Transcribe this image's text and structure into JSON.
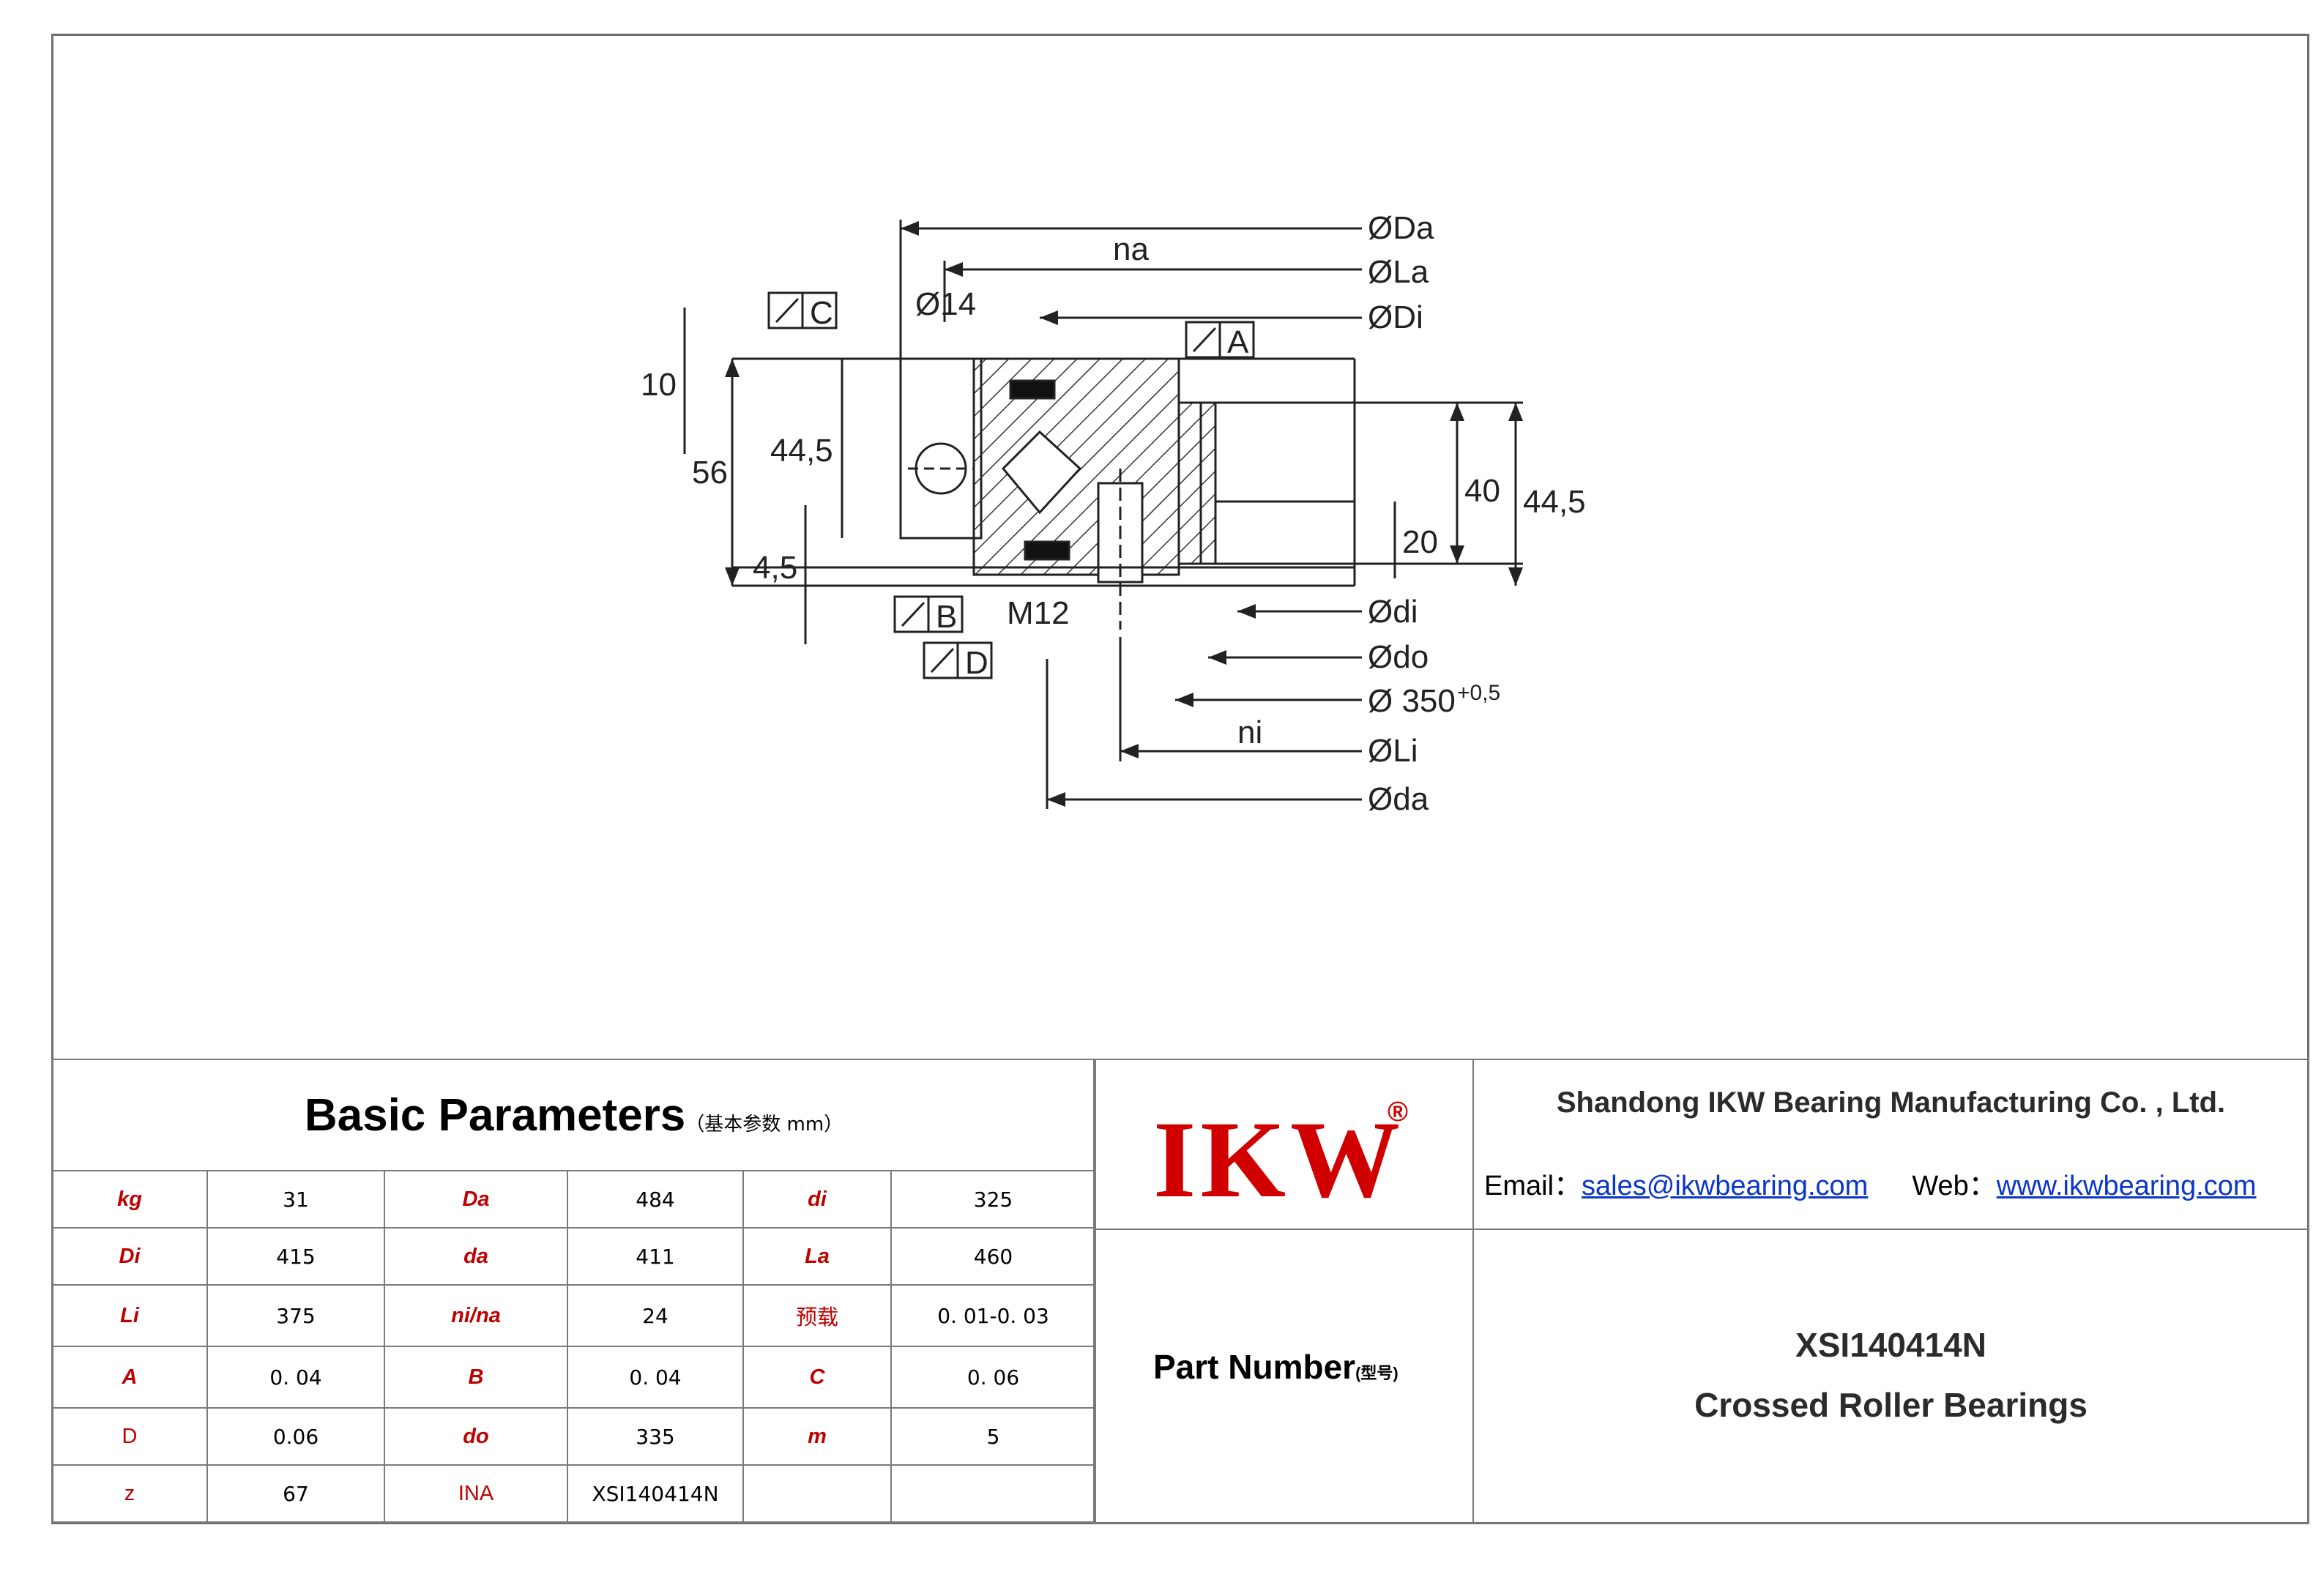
{
  "drawing": {
    "labels": {
      "Da": "ØDa",
      "La": "ØLa",
      "Di": "ØDi",
      "di": "Ødi",
      "do": "Ødo",
      "d350": "Ø 350",
      "d350_tol": "+0,5",
      "Li": "ØLi",
      "da": "Øda",
      "na": "na",
      "ni": "ni",
      "hole14": "Ø14",
      "thread": "M12",
      "dim10": "10",
      "dim56": "56",
      "dim44_5_left": "44,5",
      "dim4_5": "4,5",
      "dim40": "40",
      "dim44_5_right": "44,5",
      "dim20": "20",
      "tolA": "A",
      "tolB": "B",
      "tolC": "C",
      "tolD": "D"
    }
  },
  "params": {
    "title": "Basic Parameters",
    "subtitle": "（基本参数 mm）",
    "rows": [
      [
        {
          "l": "kg",
          "v": "31"
        },
        {
          "l": "Da",
          "v": "484"
        },
        {
          "l": "di",
          "v": "325"
        }
      ],
      [
        {
          "l": "Di",
          "v": "415"
        },
        {
          "l": "da",
          "v": "411"
        },
        {
          "l": "La",
          "v": "460"
        }
      ],
      [
        {
          "l": "Li",
          "v": "375"
        },
        {
          "l": "ni/na",
          "v": "24"
        },
        {
          "l": "预载",
          "v": "0. 01-0. 03"
        }
      ],
      [
        {
          "l": "A",
          "v": "0. 04"
        },
        {
          "l": "B",
          "v": "0. 04"
        },
        {
          "l": "C",
          "v": "0. 06"
        }
      ],
      [
        {
          "l": "D",
          "v": "0.06"
        },
        {
          "l": "do",
          "v": "335"
        },
        {
          "l": "m",
          "v": "5"
        }
      ],
      [
        {
          "l": "z",
          "v": "67"
        },
        {
          "l": "INA",
          "v": "XSI140414N"
        },
        {
          "l": "",
          "v": ""
        }
      ]
    ]
  },
  "brand": {
    "logo": "IKW",
    "reg": "®"
  },
  "company": {
    "name": "Shandong IKW Bearing Manufacturing Co. , Ltd.",
    "email_label": "Email：",
    "email": "sales@ikwbearing.com",
    "web_label": "Web：",
    "web": "www.ikwbearing.com"
  },
  "part": {
    "label": "Part Number",
    "label_cn": "(型号)",
    "model": "XSI140414N",
    "type": "Crossed Roller Bearings"
  }
}
